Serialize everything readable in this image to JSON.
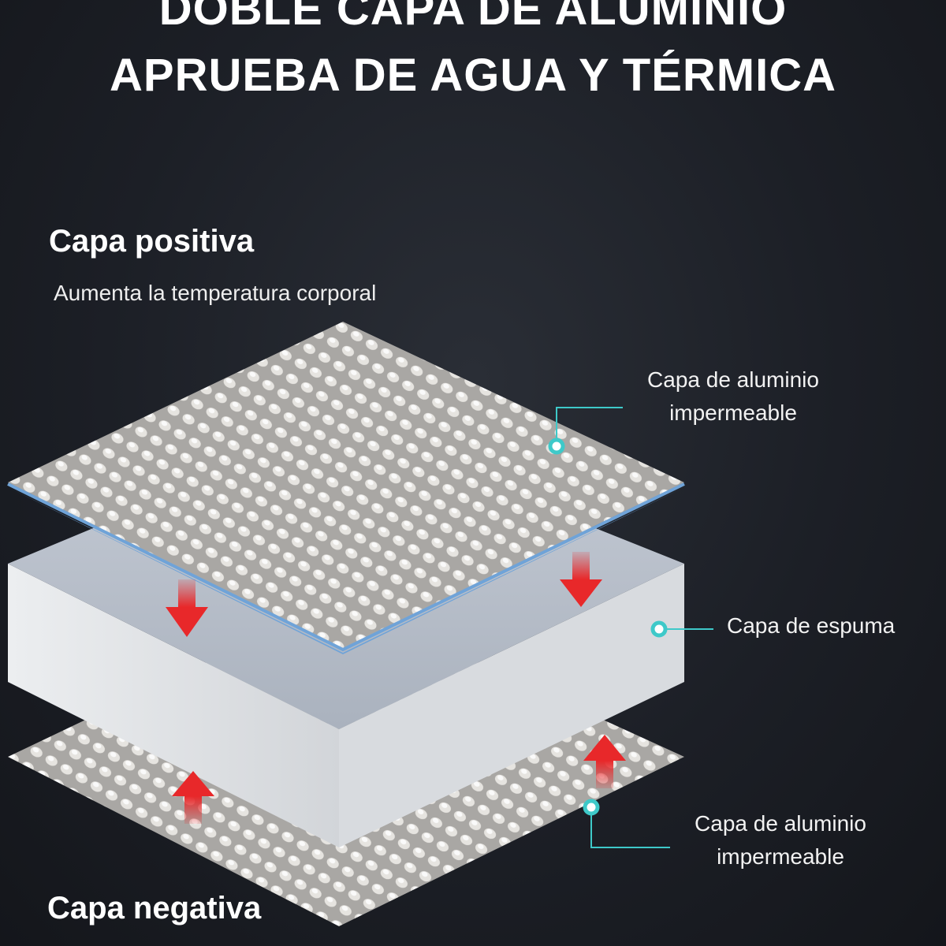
{
  "title": {
    "line1": "DOBLE CAPA DE ALUMINIO",
    "line2": "APRUEBA DE AGUA Y TÉRMICA"
  },
  "positive": {
    "heading": "Capa positiva",
    "description": "Aumenta la temperatura  corporal"
  },
  "negative": {
    "heading": "Capa negativa"
  },
  "callouts": [
    {
      "line1": "Capa de aluminio",
      "line2": "impermeable"
    },
    {
      "line1": "Capa de espuma"
    },
    {
      "line1": "Capa de aluminio",
      "line2": "impermeable"
    }
  ],
  "colors": {
    "background": "#1c1f26",
    "callout": "#3ec9c9",
    "arrow": "#e8282a",
    "edge": "#6fa3d8"
  },
  "icons": [
    "arrow-down-icon",
    "arrow-down-icon",
    "arrow-up-icon",
    "arrow-up-icon"
  ]
}
